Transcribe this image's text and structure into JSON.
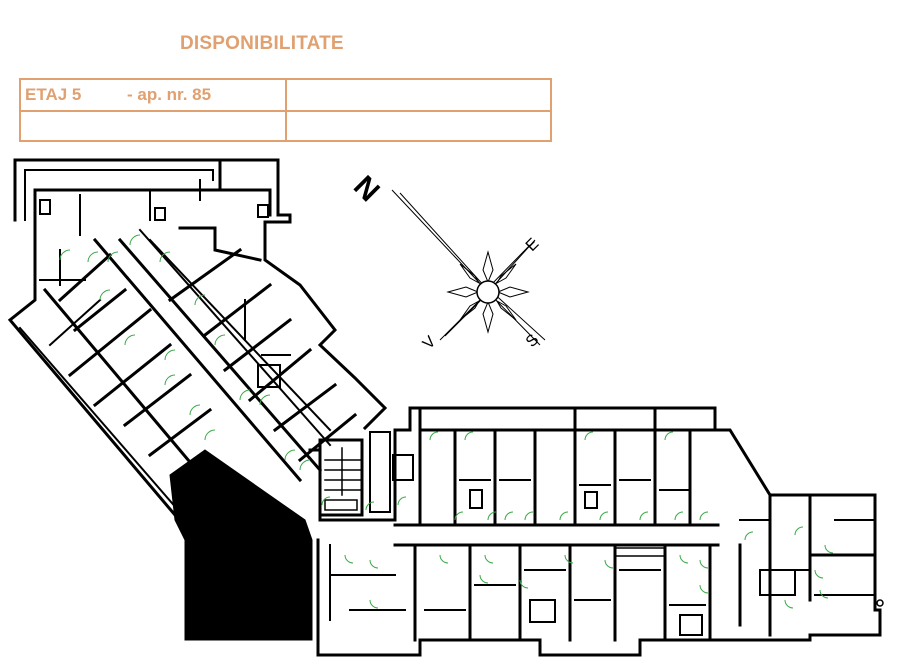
{
  "header": {
    "title": "DISPONIBILITATE"
  },
  "availability_table": {
    "floor": "ETAJ 5",
    "apartment": "- ap. nr. 85",
    "row1_col2": "",
    "row2_col1": "",
    "row2_col2": ""
  },
  "compass": {
    "north": "N",
    "east": "E",
    "south": "S",
    "west": "V"
  },
  "colors": {
    "accent": "#e0a070",
    "walls": "#000000",
    "doors": "#3aa845"
  }
}
